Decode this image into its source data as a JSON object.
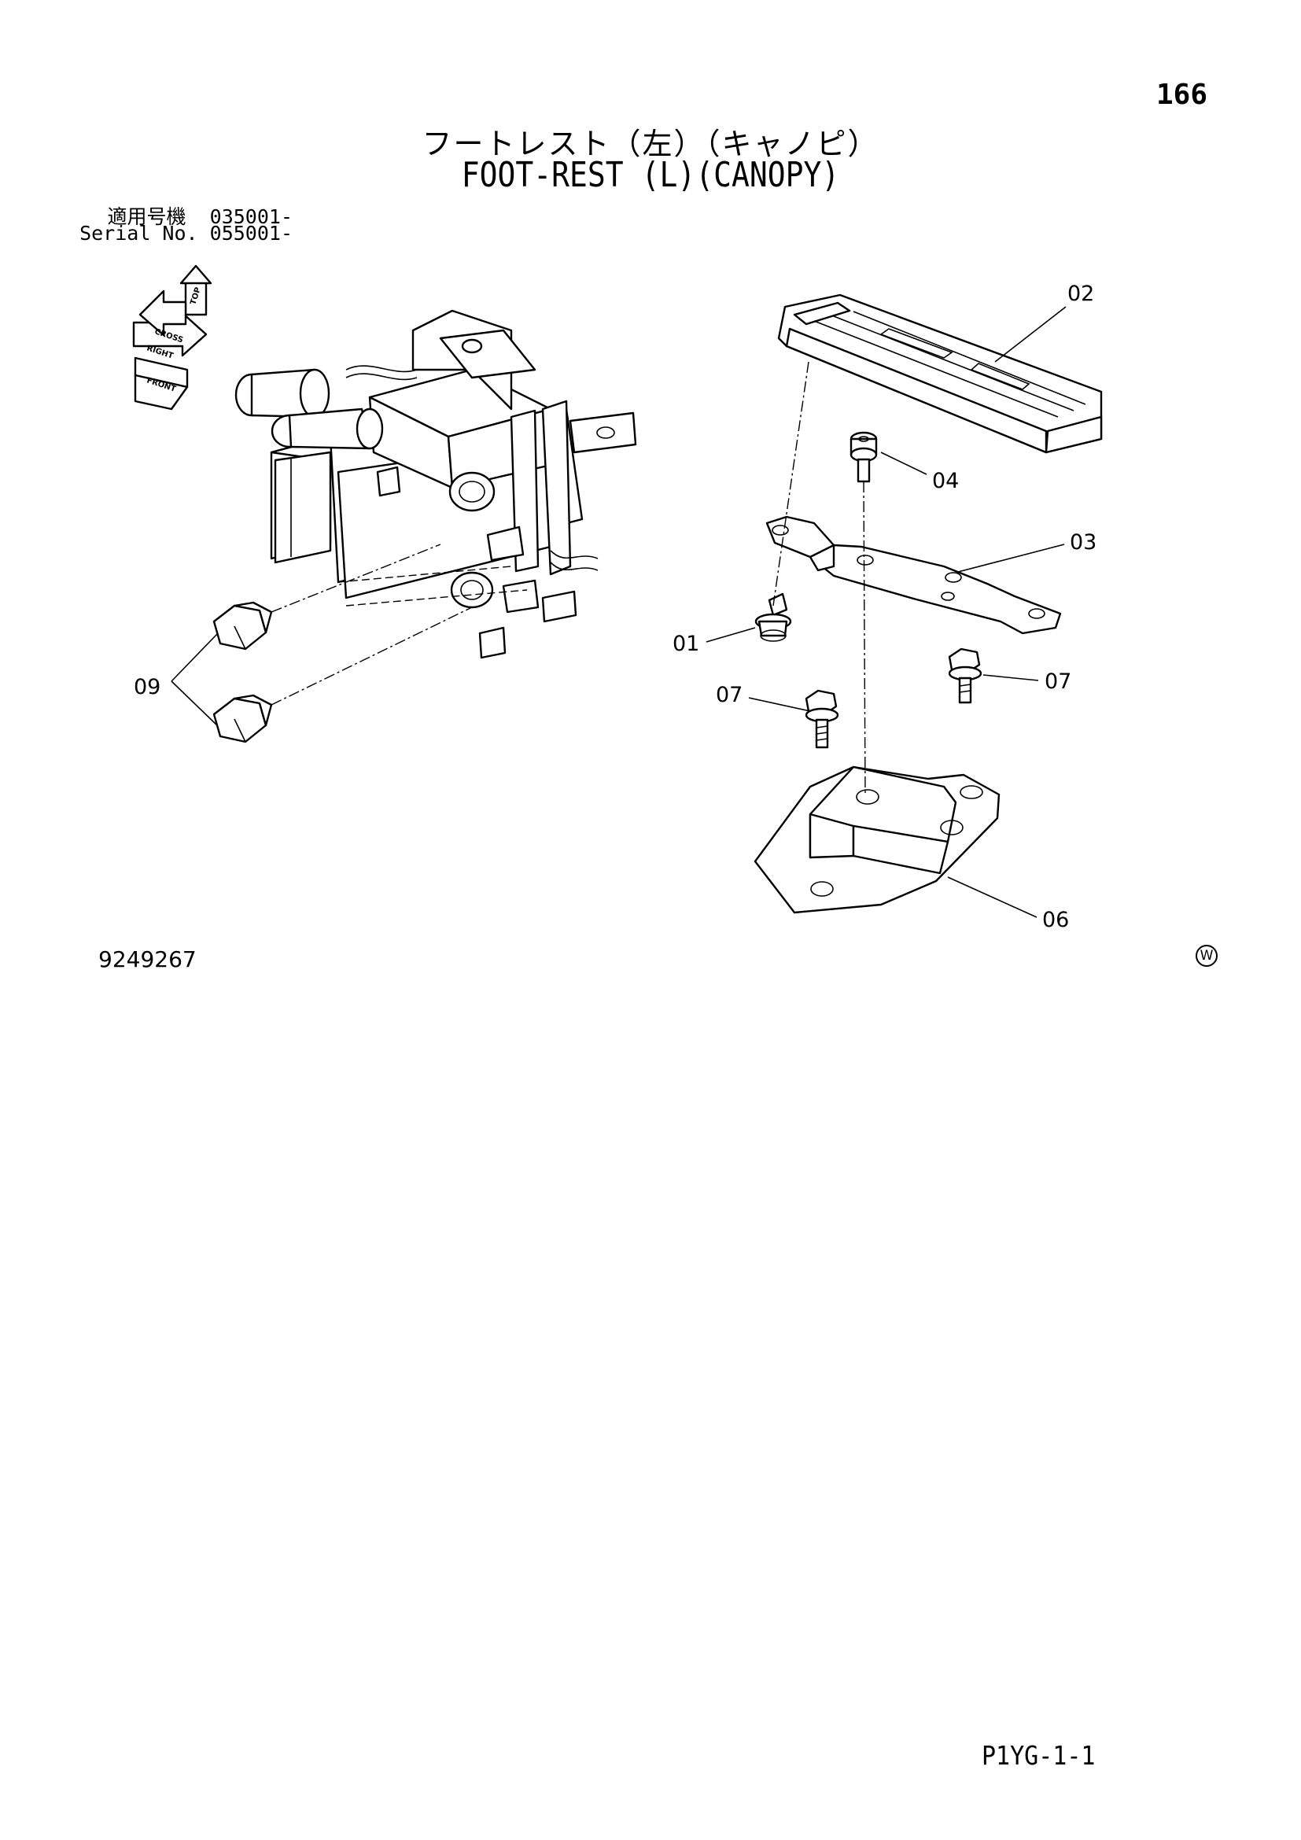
{
  "header": {
    "page_number": "166",
    "title_jp": "フートレスト（左）（キャノピ）",
    "title_en": "FOOT-REST (L)(CANOPY)",
    "serial_jp_label": "適用号機",
    "serial_jp_value": "035001-",
    "serial_en_label": "Serial No.",
    "serial_en_value": "055001-"
  },
  "compass": {
    "labels": [
      "TOP",
      "CROSS",
      "RIGHT",
      "FRONT"
    ]
  },
  "callouts": {
    "c01": "01",
    "c02": "02",
    "c03": "03",
    "c04": "04",
    "c06": "06",
    "c07a": "07",
    "c07b": "07",
    "c09": "09"
  },
  "footer": {
    "drawing_number": "9249267",
    "mark": "W",
    "page_code": "P1YG-1-1"
  }
}
